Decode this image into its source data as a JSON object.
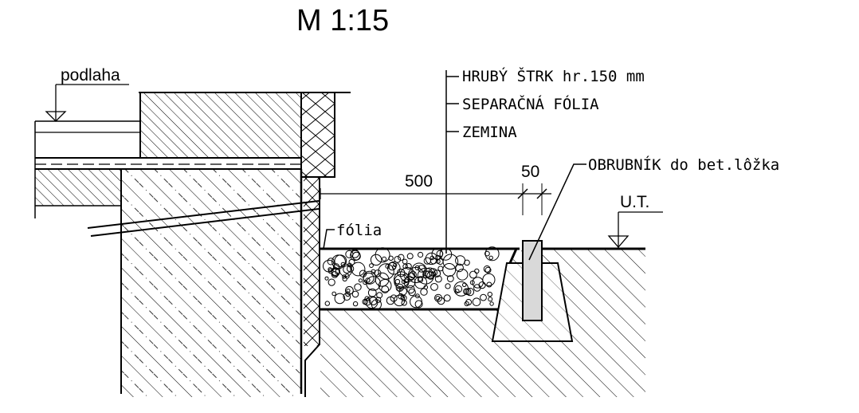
{
  "title": "M 1:15",
  "labels": {
    "floor": "podlaha",
    "gravel": "HRUBÝ ŠTRK hr.150 mm",
    "separation": "SEPARAČNÁ FÓLIA",
    "soil": "ZEMINA",
    "curb": "OBRUBNÍK do bet.lôžka",
    "foil": "fólia",
    "terrain": "U.T."
  },
  "dimensions": {
    "main": "500",
    "small": "50"
  }
}
